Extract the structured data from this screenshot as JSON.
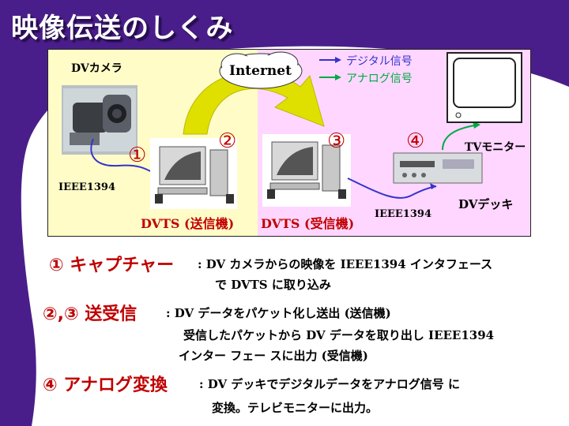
{
  "title": "映像伝送のしくみ",
  "colors": {
    "purple": "#4a1e8a",
    "left_panel": "#fffcc8",
    "right_panel": "#ffd6ff",
    "red": "#c00000",
    "digital_arrow": "#3333cc",
    "analog_arrow": "#00aa44",
    "curved_arrow": "#e0e000"
  },
  "diagram": {
    "camera_label": "DVカメラ",
    "internet_label": "Internet",
    "legend": {
      "digital": "デジタル信号",
      "analog": "アナログ信号"
    },
    "ieee_left": "IEEE1394",
    "ieee_right": "IEEE1394",
    "dvts_sender": "DVTS (送信機)",
    "dvts_receiver": "DVTS (受信機)",
    "tv_monitor": "TVモニター",
    "dv_deck": "DVデッキ",
    "step_numbers": [
      "①",
      "②",
      "③",
      "④"
    ]
  },
  "descriptions": [
    {
      "head": "① キャプチャー",
      "lines": [
        ": DV カメラからの映像を IEEE1394 インタフェース",
        "で DVTS に取り込み"
      ]
    },
    {
      "head": "②,③ 送受信",
      "lines": [
        ": DV データをパケット化し送出 (送信機)",
        "受信したパケットから DV データを取り出し IEEE1394",
        "インター フェー スに出力 (受信機)"
      ]
    },
    {
      "head": "④ アナログ変換",
      "lines": [
        ": DV デッキでデジタルデータをアナログ信号 に",
        "変換。テレビモニターに出力。"
      ]
    }
  ]
}
